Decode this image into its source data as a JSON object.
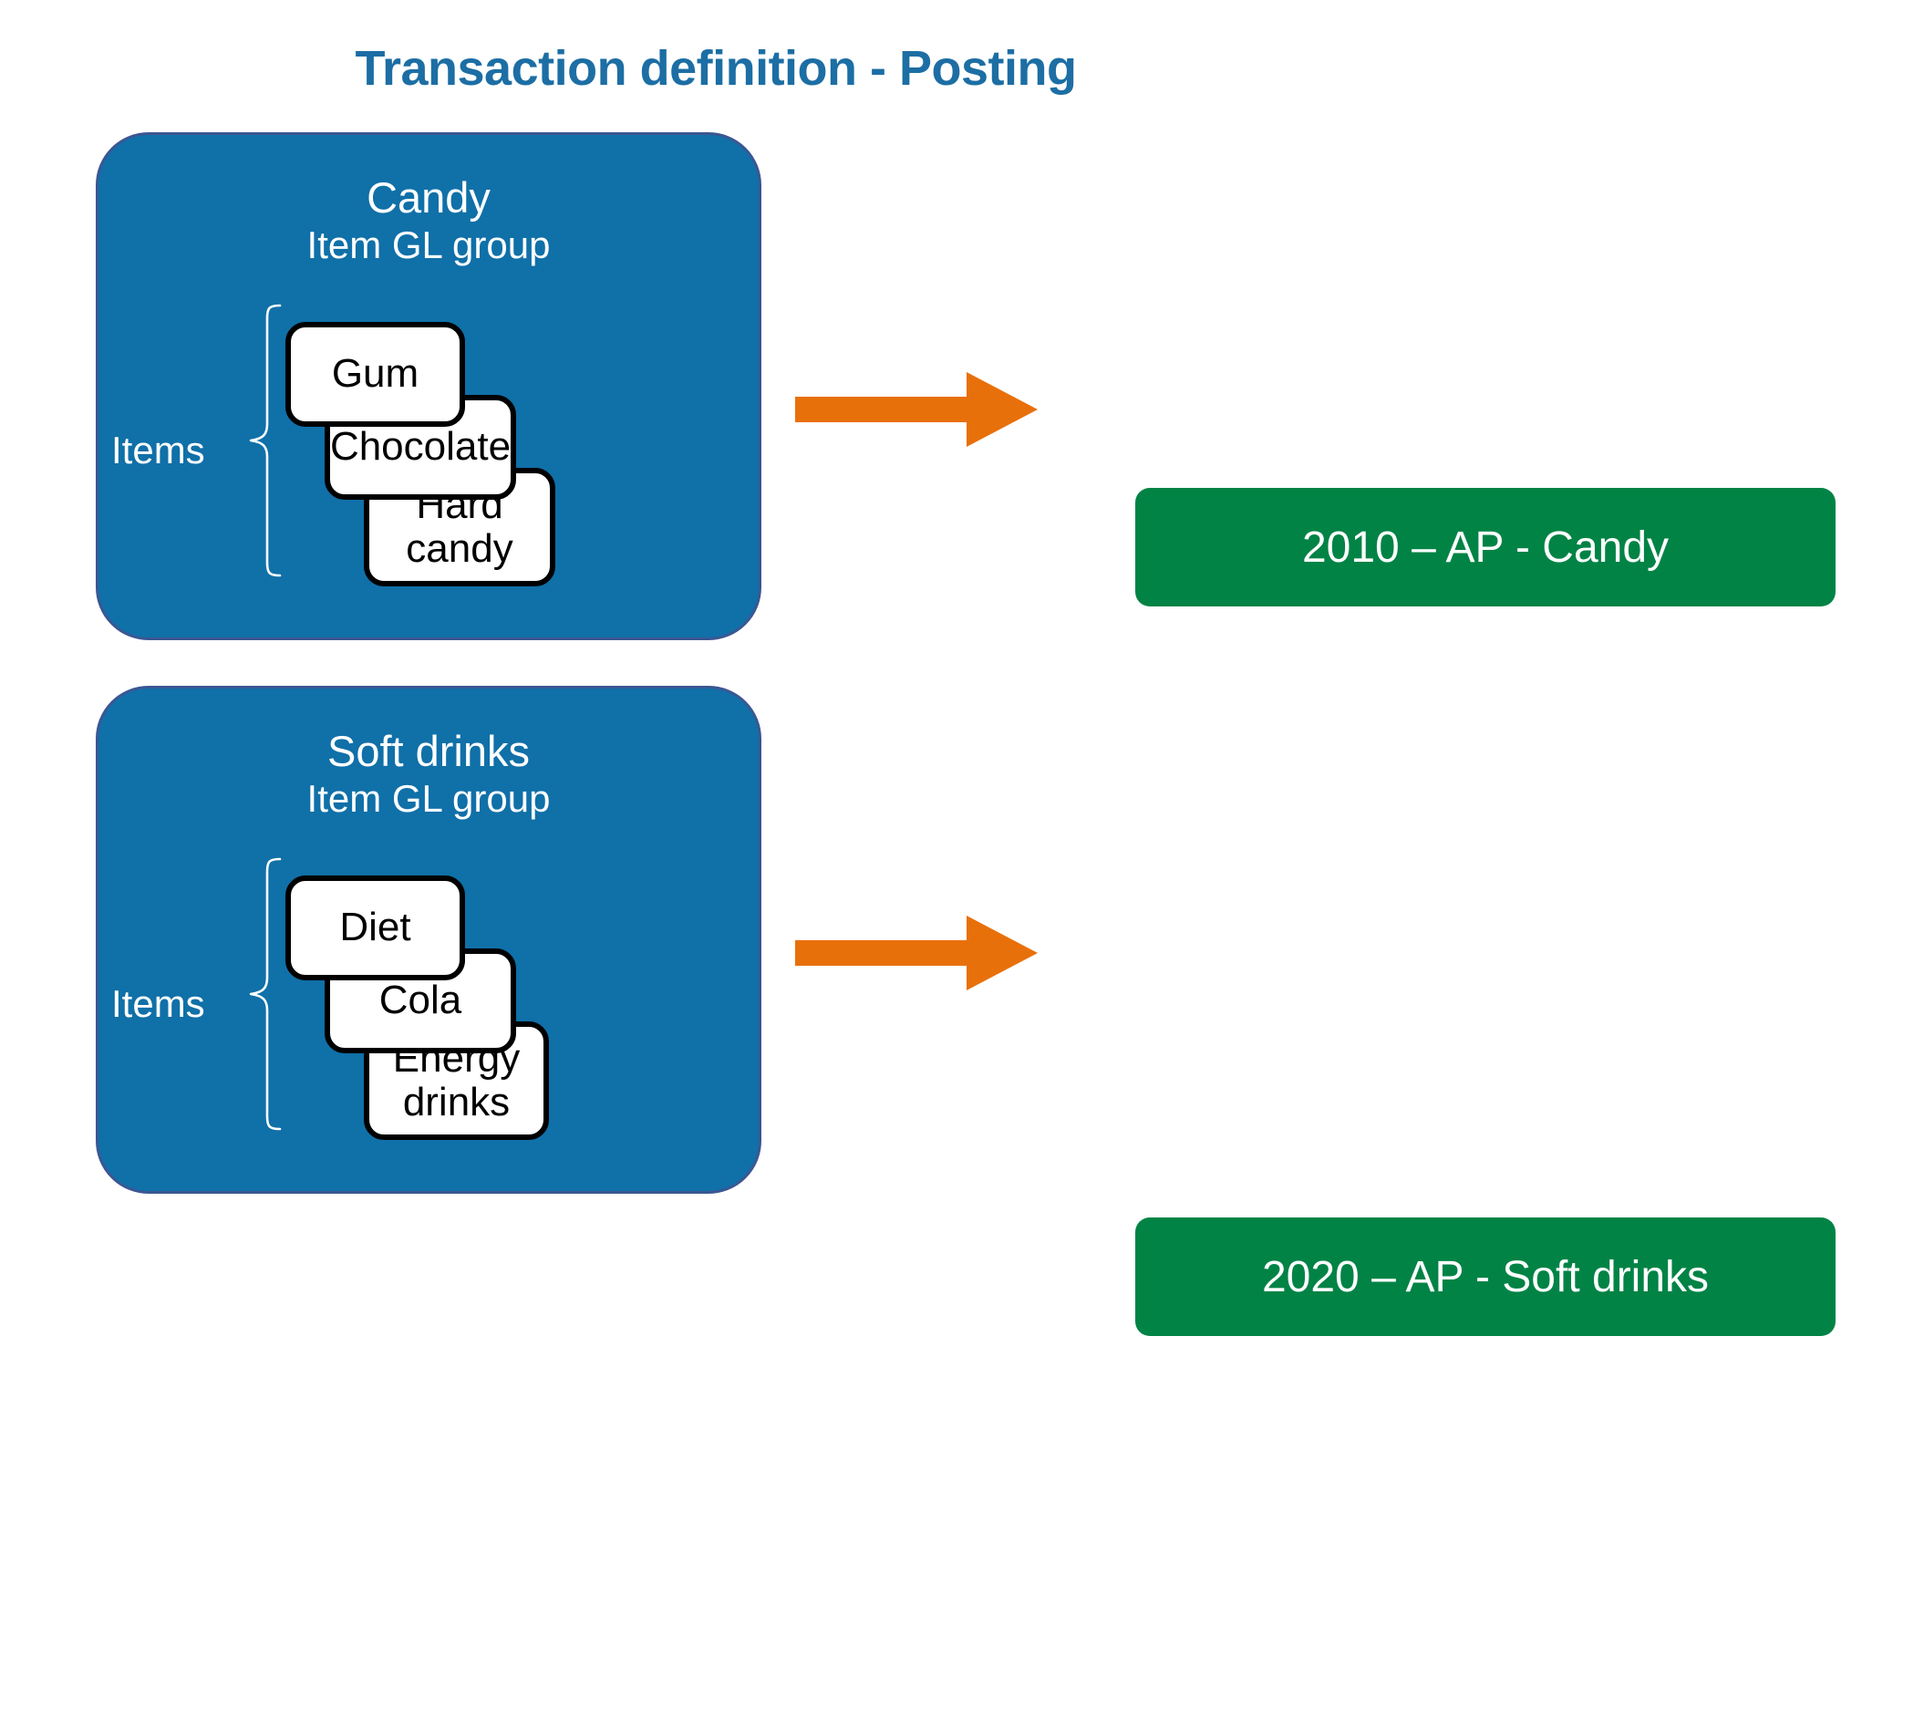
{
  "title": "Transaction definition - Posting",
  "colors": {
    "title_blue": "#1C6EA4",
    "group_blue": "#1070A8",
    "group_border": "#3A5793",
    "arrow_orange": "#E8700A",
    "account_green": "#008345",
    "card_white": "#FFFFFF",
    "card_border": "#000000"
  },
  "groups": [
    {
      "name": "Candy",
      "subtitle": "Item GL group",
      "items_label": "Items",
      "items": [
        "Gum",
        "Chocolate",
        "Hard candy"
      ],
      "account": "2010 – AP - Candy"
    },
    {
      "name": "Soft drinks",
      "subtitle": "Item GL group",
      "items_label": "Items",
      "items": [
        "Diet",
        "Cola",
        "Energy drinks"
      ],
      "account": "2020 – AP - Soft drinks"
    }
  ]
}
